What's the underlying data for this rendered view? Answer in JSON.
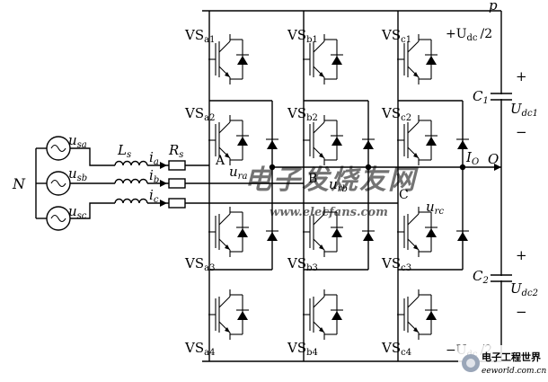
{
  "switches": {
    "a1": "VS",
    "a1_sub": "a1",
    "b1": "VS",
    "b1_sub": "b1",
    "c1": "VS",
    "c1_sub": "c1",
    "a2": "VS",
    "a2_sub": "a2",
    "b2": "VS",
    "b2_sub": "b2",
    "c2": "VS",
    "c2_sub": "c2",
    "a3": "VS",
    "a3_sub": "a3",
    "b3": "VS",
    "b3_sub": "b3",
    "c3": "VS",
    "c3_sub": "c3",
    "a4": "VS",
    "a4_sub": "a4",
    "b4": "VS",
    "b4_sub": "b4",
    "c4": "VS",
    "c4_sub": "c4"
  },
  "sources": {
    "usa": "u",
    "usa_sub": "sa",
    "usb": "u",
    "usb_sub": "sb",
    "usc": "u",
    "usc_sub": "sc",
    "neutral": "N"
  },
  "line": {
    "inductor": "L",
    "inductor_sub": "s",
    "resistor": "R",
    "resistor_sub": "s",
    "ia": "i",
    "ia_sub": "a",
    "ib": "i",
    "ib_sub": "b",
    "ic": "i",
    "ic_sub": "c"
  },
  "nodes": {
    "A": "A",
    "B": "B",
    "C": "C",
    "ura": "u",
    "ura_sub": "ra",
    "urb": "u",
    "urb_sub": "rb",
    "urc": "u",
    "urc_sub": "rc",
    "p": "p",
    "O": "O",
    "IO": "I",
    "IO_sub": "O"
  },
  "dc": {
    "top_label_prefix": "+U",
    "top_label_sub": "dc",
    "top_label_suffix": "/2",
    "bottom_label_prefix": "−U",
    "bottom_label_sub": "dc",
    "bottom_label_suffix": "/2",
    "c1": "C",
    "c1_sub": "1",
    "c2": "C",
    "c2_sub": "2",
    "udc1": "U",
    "udc1_sub": "dc1",
    "udc2": "U",
    "udc2_sub": "dc2",
    "plus1": "+",
    "minus1": "−",
    "plus2": "+",
    "minus2": "−"
  },
  "watermarks": {
    "cn": "电子发烧友网",
    "url": "www.elecfans.com",
    "logo_cn": "电子工程世界",
    "logo_url": "eeworld.com.cn"
  }
}
